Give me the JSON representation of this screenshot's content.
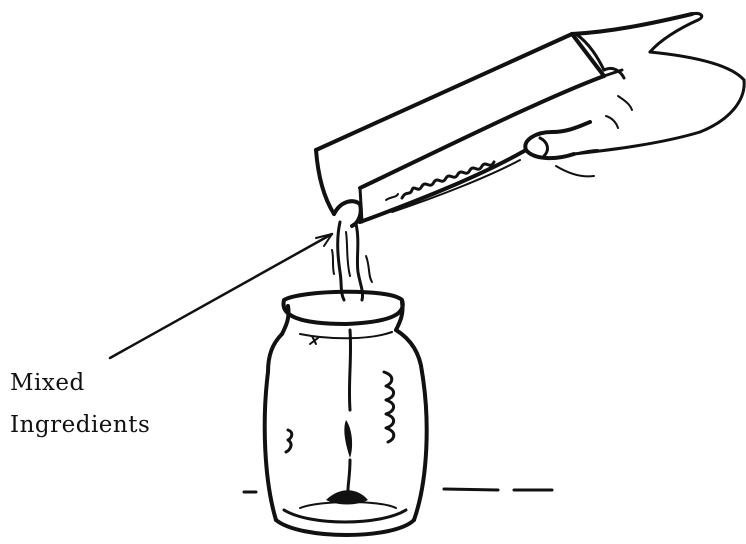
{
  "label": {
    "lines": [
      "Mixed",
      "Ingredients"
    ]
  },
  "colors": {
    "ink": "#111111",
    "background": "#ffffff"
  },
  "figure": {
    "elements": [
      "hand-icon",
      "carton-icon",
      "pouring-stream",
      "jar-icon",
      "table-line",
      "leader-line"
    ]
  }
}
